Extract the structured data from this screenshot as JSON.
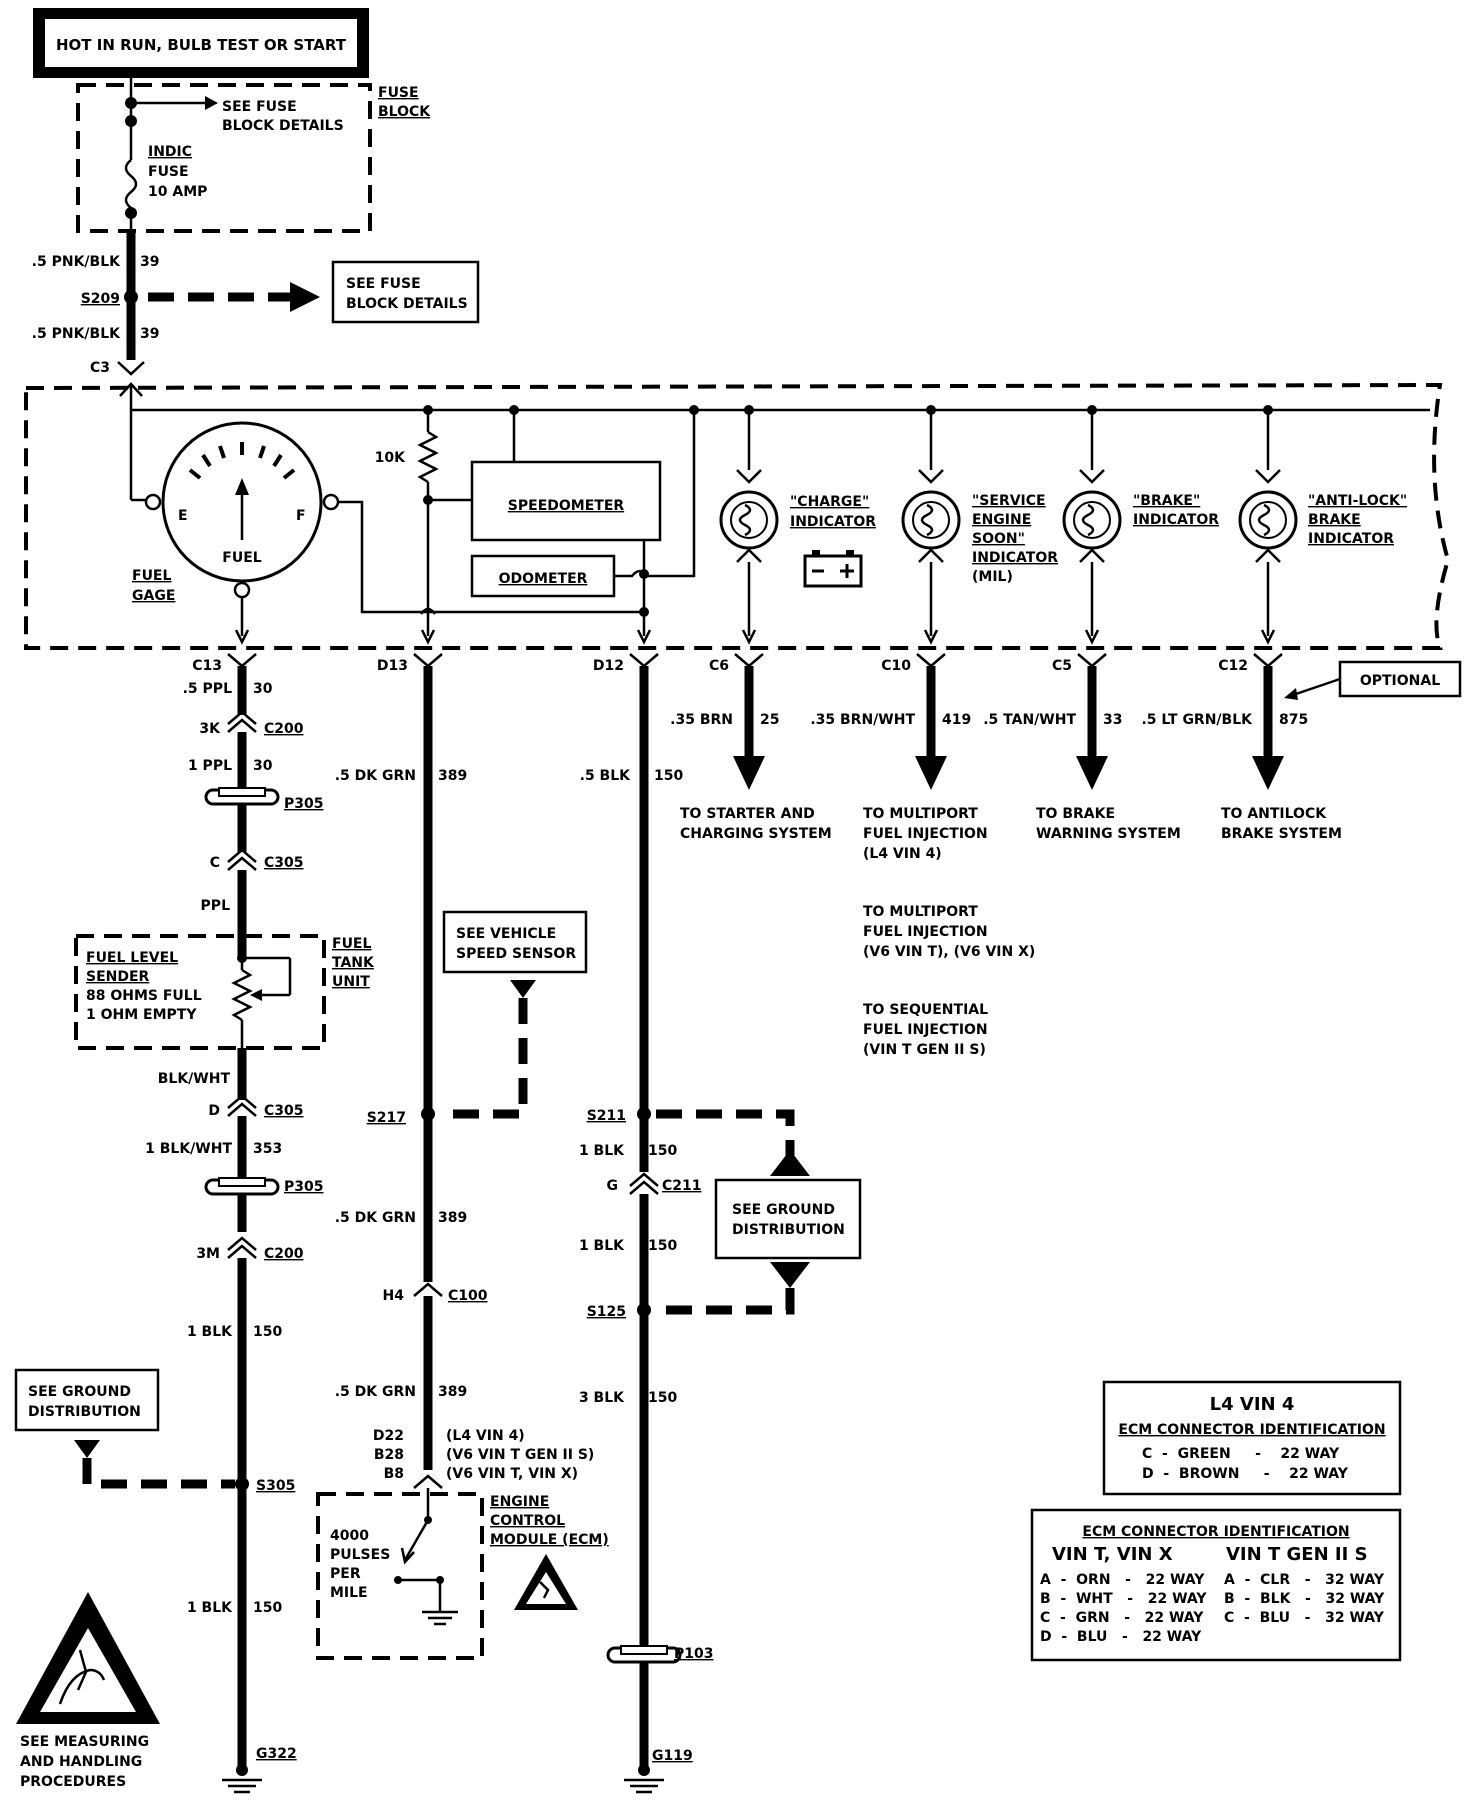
{
  "header": {
    "power_label": "HOT IN RUN, BULB TEST OR START"
  },
  "fuse_block": {
    "title_line1": "FUSE",
    "title_line2": "BLOCK",
    "see_details_1": "SEE FUSE",
    "see_details_2": "BLOCK DETAILS",
    "fuse_name_1": "INDIC",
    "fuse_name_2": "FUSE",
    "fuse_rating": "10 AMP"
  },
  "splice_s209": {
    "wire_top": ".5 PNK/BLK",
    "circuit_top": "39",
    "label": "S209",
    "wire_bottom": ".5 PNK/BLK",
    "circuit_bottom": "39",
    "see_1": "SEE FUSE",
    "see_2": "BLOCK DETAILS",
    "connector": "C3"
  },
  "cluster": {
    "resistor": "10K",
    "speedometer": "SPEEDOMETER",
    "odometer": "ODOMETER",
    "gauge_e": "E",
    "gauge_f": "F",
    "gauge_fuel": "FUEL",
    "gauge_label_1": "FUEL",
    "gauge_label_2": "GAGE",
    "charge_1": "\"CHARGE\"",
    "charge_2": "INDICATOR",
    "service_1": "\"SERVICE",
    "service_2": "ENGINE",
    "service_3": "SOON\"",
    "service_4": "INDICATOR",
    "service_5": "(MIL)",
    "brake_1": "\"BRAKE\"",
    "brake_2": "INDICATOR",
    "abs_1": "\"ANTI-LOCK\"",
    "abs_2": "BRAKE",
    "abs_3": "INDICATOR"
  },
  "connectors_top": {
    "c13": "C13",
    "d13": "D13",
    "d12": "D12",
    "c6": "C6",
    "c10": "C10",
    "c5": "C5",
    "c12": "C12",
    "optional": "OPTIONAL"
  },
  "outputs": {
    "c6_wire": ".35 BRN",
    "c6_ckt": "25",
    "c6_dest_1": "TO STARTER AND",
    "c6_dest_2": "CHARGING SYSTEM",
    "c10_wire": ".35 BRN/WHT",
    "c10_ckt": "419",
    "c10_dest_1": "TO MULTIPORT",
    "c10_dest_2": "FUEL INJECTION",
    "c10_dest_3": "(L4  VIN 4)",
    "c10_alt1_1": "TO MULTIPORT",
    "c10_alt1_2": "FUEL INJECTION",
    "c10_alt1_3": "(V6  VIN T), (V6  VIN X)",
    "c10_alt2_1": "TO SEQUENTIAL",
    "c10_alt2_2": "FUEL INJECTION",
    "c10_alt2_3": "(VIN T  GEN II S)",
    "c5_wire": ".5 TAN/WHT",
    "c5_ckt": "33",
    "c5_dest_1": "TO BRAKE",
    "c5_dest_2": "WARNING SYSTEM",
    "c12_wire": ".5 LT GRN/BLK",
    "c12_ckt": "875",
    "c12_dest_1": "TO ANTILOCK",
    "c12_dest_2": "BRAKE SYSTEM"
  },
  "fuel_circuit": {
    "w1": ".5 PPL",
    "c1": "30",
    "c200a_pin": "3K",
    "c200a": "C200",
    "w2": "1 PPL",
    "c2": "30",
    "p305a": "P305",
    "c305a_pin": "C",
    "c305a": "C305",
    "w3": "PPL",
    "sender_1": "FUEL LEVEL",
    "sender_2": "SENDER",
    "sender_3": "88 OHMS FULL",
    "sender_4": "1 OHM EMPTY",
    "tank_1": "FUEL",
    "tank_2": "TANK",
    "tank_3": "UNIT",
    "w4": "BLK/WHT",
    "c305b_pin": "D",
    "c305b": "C305",
    "w5": "1 BLK/WHT",
    "c5": "353",
    "p305b": "P305",
    "c200b_pin": "3M",
    "c200b": "C200",
    "w6": "1 BLK",
    "c6": "150",
    "s305": "S305",
    "w7": "1 BLK",
    "c7": "150",
    "ground": "G322",
    "see_ground_1": "SEE GROUND",
    "see_ground_2": "DISTRIBUTION"
  },
  "vss_circuit": {
    "w1": ".5 DK GRN",
    "c1": "389",
    "see_vss_1": "SEE VEHICLE",
    "see_vss_2": "SPEED SENSOR",
    "s217": "S217",
    "w2": ".5 DK GRN",
    "c2": "389",
    "c100_pin": "H4",
    "c100": "C100",
    "w3": ".5 DK GRN",
    "c3": "389",
    "pin_1": "D22",
    "pin_2": "B28",
    "pin_3": "B8",
    "pin_desc_1": "(L4  VIN 4)",
    "pin_desc_2": "(V6  VIN T  GEN II S)",
    "pin_desc_3": "(V6  VIN T, VIN X)",
    "ecm_1": "ENGINE",
    "ecm_2": "CONTROL",
    "ecm_3": "MODULE (ECM)",
    "pulses_1": "4000",
    "pulses_2": "PULSES",
    "pulses_3": "PER",
    "pulses_4": "MILE"
  },
  "ground_circuit": {
    "w1": ".5 BLK",
    "c1": "150",
    "s211": "S211",
    "w2": "1 BLK",
    "c2": "150",
    "c211_pin": "G",
    "c211": "C211",
    "w3": "1 BLK",
    "c3": "150",
    "s125": "S125",
    "w4": "3 BLK",
    "c4": "150",
    "p103": "P103",
    "ground": "G119",
    "see_ground_1": "SEE GROUND",
    "see_ground_2": "DISTRIBUTION"
  },
  "l4_table": {
    "title": "L4  VIN 4",
    "subtitle": "ECM CONNECTOR IDENTIFICATION",
    "rows": [
      "C  -  GREEN     -    22 WAY",
      "D  -  BROWN     -    22 WAY"
    ]
  },
  "vin_table": {
    "title": "ECM CONNECTOR IDENTIFICATION",
    "left_head": "VIN T, VIN X",
    "right_head": "VIN T GEN II S",
    "left_rows": [
      "A  -  ORN   -   22 WAY",
      "B  -  WHT   -   22 WAY",
      "C  -  GRN   -   22 WAY",
      "D  -  BLU   -   22 WAY"
    ],
    "right_rows": [
      "A  -  CLR   -   32 WAY",
      "B  -  BLK   -   32 WAY",
      "C  -  BLU   -   32 WAY"
    ]
  },
  "esd_note": {
    "line1": "SEE MEASURING",
    "line2": "AND HANDLING",
    "line3": "PROCEDURES"
  }
}
